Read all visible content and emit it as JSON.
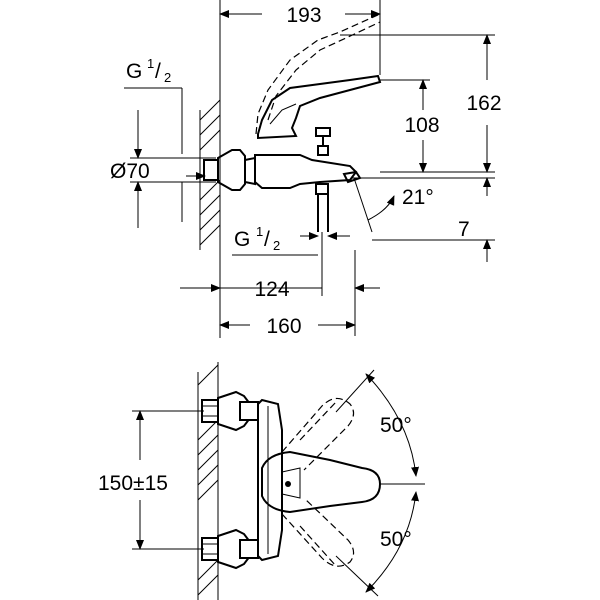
{
  "top_view": {
    "dim_total_length": "193",
    "dim_height_total": "162",
    "dim_height_lever": "108",
    "dim_diameter": "Ø70",
    "thread_top": {
      "base": "G",
      "sup": "1",
      "sub": "2"
    },
    "thread_bottom": {
      "base": "G",
      "sup": "1",
      "sub": "2"
    },
    "dim_angle": "21°",
    "dim_offset": "7",
    "dim_outlet": "124",
    "dim_spout": "160"
  },
  "front_view": {
    "dim_centers": "150±15",
    "angle_up": "50°",
    "angle_down": "50°"
  }
}
